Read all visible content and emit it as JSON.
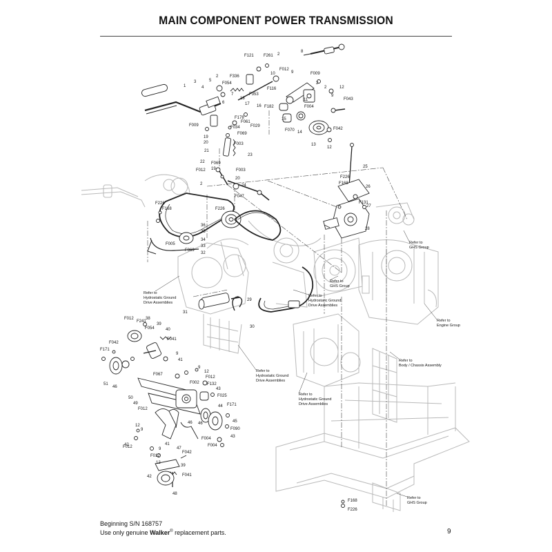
{
  "page": {
    "title": "MAIN COMPONENT POWER TRANSMISSION",
    "page_number": "9"
  },
  "footer": {
    "serial": "Beginning S/N 168757",
    "notice_prefix": "Use only genuine ",
    "brand": "Walker",
    "trademark": "®",
    "notice_suffix": " replacement parts."
  },
  "callouts": [
    {
      "id": "c1",
      "text": "F121"
    },
    {
      "id": "c2",
      "text": "F261"
    },
    {
      "id": "c3",
      "text": "2"
    },
    {
      "id": "c4",
      "text": "8"
    },
    {
      "id": "c5",
      "text": "F012"
    },
    {
      "id": "c6",
      "text": "10"
    },
    {
      "id": "c7",
      "text": "9"
    },
    {
      "id": "c8",
      "text": "F009"
    },
    {
      "id": "c9",
      "text": "2"
    },
    {
      "id": "c10",
      "text": "3"
    },
    {
      "id": "c11",
      "text": "4"
    },
    {
      "id": "c12",
      "text": "5"
    },
    {
      "id": "c13",
      "text": "2"
    },
    {
      "id": "c14",
      "text": "F054"
    },
    {
      "id": "c15",
      "text": "F336"
    },
    {
      "id": "c16",
      "text": "F353"
    },
    {
      "id": "c17",
      "text": "F116"
    },
    {
      "id": "c18",
      "text": "2"
    },
    {
      "id": "c19",
      "text": "9"
    },
    {
      "id": "c20",
      "text": "12"
    },
    {
      "id": "c21",
      "text": "F043"
    },
    {
      "id": "c22",
      "text": "1"
    },
    {
      "id": "c23",
      "text": "6"
    },
    {
      "id": "c24",
      "text": "7"
    },
    {
      "id": "c25",
      "text": "18"
    },
    {
      "id": "c26",
      "text": "17"
    },
    {
      "id": "c27",
      "text": "16"
    },
    {
      "id": "c28",
      "text": "F182"
    },
    {
      "id": "c29",
      "text": "11"
    },
    {
      "id": "c30",
      "text": "F004"
    },
    {
      "id": "c31",
      "text": "F009"
    },
    {
      "id": "c32",
      "text": "F178"
    },
    {
      "id": "c33",
      "text": "F061"
    },
    {
      "id": "c34",
      "text": "F029"
    },
    {
      "id": "c35",
      "text": "F034"
    },
    {
      "id": "c36",
      "text": "15"
    },
    {
      "id": "c37",
      "text": "F070"
    },
    {
      "id": "c38",
      "text": "14"
    },
    {
      "id": "c39",
      "text": "13"
    },
    {
      "id": "c40",
      "text": "F042"
    },
    {
      "id": "c41",
      "text": "12"
    },
    {
      "id": "c42",
      "text": "19"
    },
    {
      "id": "c43",
      "text": "F069"
    },
    {
      "id": "c44",
      "text": "20"
    },
    {
      "id": "c45",
      "text": "F003"
    },
    {
      "id": "c46",
      "text": "21"
    },
    {
      "id": "c47",
      "text": "23"
    },
    {
      "id": "c48",
      "text": "22"
    },
    {
      "id": "c49",
      "text": "F069"
    },
    {
      "id": "c50",
      "text": "F012"
    },
    {
      "id": "c51",
      "text": "19"
    },
    {
      "id": "c52",
      "text": "F003"
    },
    {
      "id": "c53",
      "text": "20"
    },
    {
      "id": "c54",
      "text": "2"
    },
    {
      "id": "c55",
      "text": "24"
    },
    {
      "id": "c56",
      "text": "25"
    },
    {
      "id": "c57",
      "text": "F226"
    },
    {
      "id": "c58",
      "text": "F168"
    },
    {
      "id": "c59",
      "text": "26"
    },
    {
      "id": "c60",
      "text": "F047"
    },
    {
      "id": "c61",
      "text": "F131"
    },
    {
      "id": "c62",
      "text": "27"
    },
    {
      "id": "c63",
      "text": "F226"
    },
    {
      "id": "c64",
      "text": "F168"
    },
    {
      "id": "c65",
      "text": "F226"
    },
    {
      "id": "c66",
      "text": "28"
    },
    {
      "id": "c67",
      "text": "36"
    },
    {
      "id": "c68",
      "text": "35"
    },
    {
      "id": "c69",
      "text": "34"
    },
    {
      "id": "c70",
      "text": "F005"
    },
    {
      "id": "c71",
      "text": "33"
    },
    {
      "id": "c72",
      "text": "F069"
    },
    {
      "id": "c73",
      "text": "32"
    },
    {
      "id": "c74",
      "text": "29"
    },
    {
      "id": "c75",
      "text": "31"
    },
    {
      "id": "c76",
      "text": "30"
    },
    {
      "id": "c77",
      "text": "F012"
    },
    {
      "id": "c78",
      "text": "F241"
    },
    {
      "id": "c79",
      "text": "38"
    },
    {
      "id": "c80",
      "text": "39"
    },
    {
      "id": "c81",
      "text": "F054"
    },
    {
      "id": "c82",
      "text": "40"
    },
    {
      "id": "c83",
      "text": "F041"
    },
    {
      "id": "c84",
      "text": "F042"
    },
    {
      "id": "c85",
      "text": "F171"
    },
    {
      "id": "c86",
      "text": "9"
    },
    {
      "id": "c87",
      "text": "41"
    },
    {
      "id": "c88",
      "text": "51"
    },
    {
      "id": "c89",
      "text": "46"
    },
    {
      "id": "c90",
      "text": "F067"
    },
    {
      "id": "c91",
      "text": "9"
    },
    {
      "id": "c92",
      "text": "12"
    },
    {
      "id": "c93",
      "text": "F012"
    },
    {
      "id": "c94",
      "text": "F002"
    },
    {
      "id": "c95",
      "text": "F132"
    },
    {
      "id": "c96",
      "text": "43"
    },
    {
      "id": "c97",
      "text": "F025"
    },
    {
      "id": "c98",
      "text": "50"
    },
    {
      "id": "c99",
      "text": "49"
    },
    {
      "id": "c100",
      "text": "44"
    },
    {
      "id": "c101",
      "text": "F171"
    },
    {
      "id": "c102",
      "text": "F012"
    },
    {
      "id": "c103",
      "text": "46"
    },
    {
      "id": "c104",
      "text": "46"
    },
    {
      "id": "c105",
      "text": "45"
    },
    {
      "id": "c106",
      "text": "F090"
    },
    {
      "id": "c107",
      "text": "43"
    },
    {
      "id": "c108",
      "text": "12"
    },
    {
      "id": "c109",
      "text": "9"
    },
    {
      "id": "c110",
      "text": "F004"
    },
    {
      "id": "c111",
      "text": "F004"
    },
    {
      "id": "c112",
      "text": "F012"
    },
    {
      "id": "c113",
      "text": "41"
    },
    {
      "id": "c114",
      "text": "F012"
    },
    {
      "id": "c115",
      "text": "9"
    },
    {
      "id": "c116",
      "text": "47"
    },
    {
      "id": "c117",
      "text": "F042"
    },
    {
      "id": "c118",
      "text": "12"
    },
    {
      "id": "c119",
      "text": "39"
    },
    {
      "id": "c120",
      "text": "42"
    },
    {
      "id": "c121",
      "text": "F041"
    },
    {
      "id": "c122",
      "text": "48"
    },
    {
      "id": "c123",
      "text": "42"
    },
    {
      "id": "c124",
      "text": "F168"
    },
    {
      "id": "c125",
      "text": "F226"
    }
  ],
  "references": {
    "ghs_group_top": [
      "Refer to",
      "GHS Group"
    ],
    "ghs_group_mid": [
      "Refer to",
      "GHS Group"
    ],
    "hydro_left": [
      "Refer to",
      "Hydrostatic Ground",
      "Drive Assemblies"
    ],
    "hydro_mid": [
      "Refer to",
      "Hydrostatic Ground",
      "Drive Assemblies"
    ],
    "engine_group": [
      "Refer to",
      "Engine Group"
    ],
    "body_chassis": [
      "Refer to",
      "Body / Chassis Assembly"
    ],
    "hydro_low_center": [
      "Refer to",
      "Hydrostatic Ground",
      "Drive Assemblies"
    ],
    "hydro_low_right": [
      "Refer to",
      "Hydrostatic Ground",
      "Drive Assemblies"
    ],
    "ghs_group_bottom": [
      "Refer to",
      "GHS Group"
    ]
  }
}
